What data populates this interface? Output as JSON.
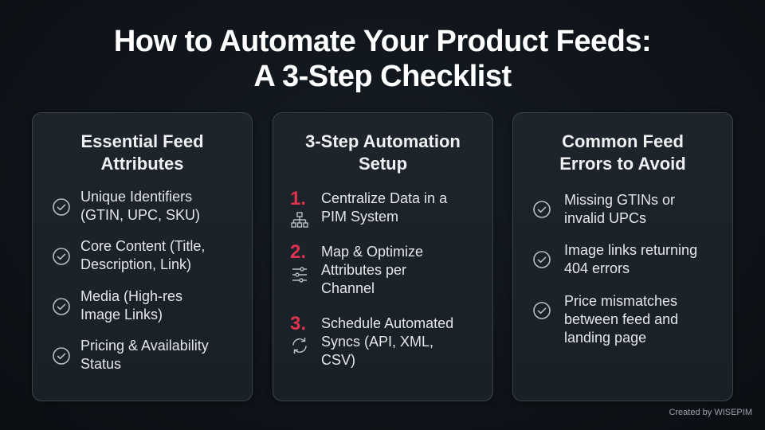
{
  "title": {
    "line1": "How to Automate Your Product Feeds:",
    "line2": "A 3-Step Checklist"
  },
  "cards": [
    {
      "title_line1": "Essential Feed",
      "title_line2": "Attributes",
      "icon": "check-circle-icon",
      "items": [
        {
          "line1": "Unique Identifiers",
          "line2": "(GTIN, UPC, SKU)"
        },
        {
          "line1": "Core Content (Title,",
          "line2": "Description, Link)"
        },
        {
          "line1": "Media (High-res",
          "line2": "Image Links)"
        },
        {
          "line1": "Pricing & Availability",
          "line2": "Status"
        }
      ]
    },
    {
      "title_line1": "3-Step Automation",
      "title_line2": "Setup",
      "steps": [
        {
          "number": "1.",
          "icon": "hierarchy-icon",
          "line1": "Centralize Data in a",
          "line2": "PIM System",
          "line3": ""
        },
        {
          "number": "2.",
          "icon": "sliders-icon",
          "line1": "Map & Optimize",
          "line2": "Attributes per",
          "line3": "Channel"
        },
        {
          "number": "3.",
          "icon": "sync-icon",
          "line1": "Schedule Automated",
          "line2": "Syncs (API, XML,",
          "line3": "CSV)"
        }
      ]
    },
    {
      "title_line1": "Common Feed",
      "title_line2": "Errors to Avoid",
      "icon": "check-circle-icon",
      "items": [
        {
          "line1": "Missing GTINs or",
          "line2": "invalid UPCs",
          "line3": ""
        },
        {
          "line1": "Image links returning",
          "line2": "404 errors",
          "line3": ""
        },
        {
          "line1": "Price mismatches",
          "line2": "between feed and",
          "line3": "landing page"
        }
      ]
    }
  ],
  "footer": "Created by WISEPIM",
  "colors": {
    "background": "#0f141a",
    "card": "#1e242c",
    "card_border": "#3a424c",
    "accent_step_number": "#e0324f",
    "text": "#e4e6e8",
    "icon": "#b8bec4"
  }
}
